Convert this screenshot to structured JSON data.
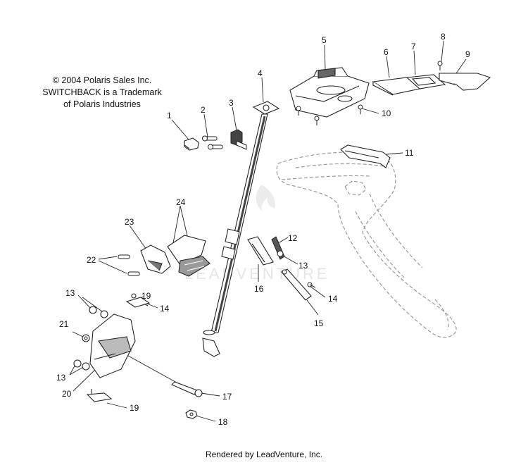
{
  "copyright": {
    "line1": "© 2004 Polaris Sales Inc.",
    "line2": "SWITCHBACK is a Trademark",
    "line3": "of Polaris Industries"
  },
  "watermark": "LEADVENTURE",
  "footer": "Rendered by LeadVenture, Inc.",
  "callouts": {
    "c1": "1",
    "c2": "2",
    "c3": "3",
    "c4": "4",
    "c5": "5",
    "c6": "6",
    "c7": "7",
    "c8": "8",
    "c9": "9",
    "c10": "10",
    "c11": "11",
    "c12": "12",
    "c13a": "13",
    "c13b": "13",
    "c13c": "13",
    "c14a": "14",
    "c14b": "14",
    "c15": "15",
    "c16": "16",
    "c17": "17",
    "c18": "18",
    "c19a": "19",
    "c19b": "19",
    "c20": "20",
    "c21": "21",
    "c22": "22",
    "c23": "23",
    "c24": "24"
  }
}
